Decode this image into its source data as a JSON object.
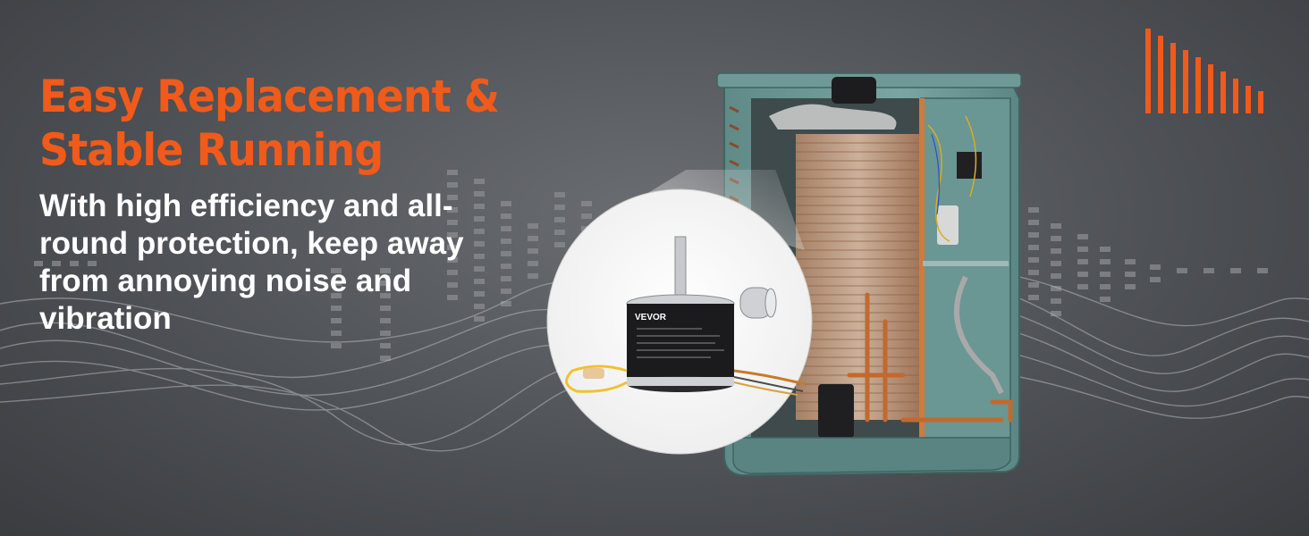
{
  "headline": {
    "line1": "Easy Replacement &",
    "line2": "Stable Running"
  },
  "subtext": "With high efficiency and all-round protection, keep away from annoying noise and vibration",
  "product": {
    "brand": "VEVOR"
  },
  "colors": {
    "accent": "#f05a1a",
    "text": "#ffffff",
    "unit_body": "#6f9a98",
    "background": "#4e5155"
  },
  "icons": {
    "sound_wave": "sound-wave-icon"
  }
}
